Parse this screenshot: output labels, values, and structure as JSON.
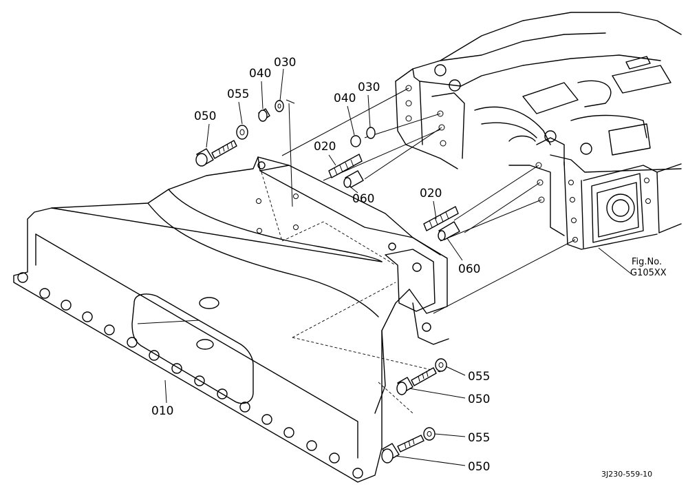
{
  "callouts": {
    "p050_top": "050",
    "p055_top": "055",
    "p040_top": "040",
    "p030_top": "030",
    "p040_mid": "040",
    "p030_mid": "030",
    "p020_mid": "020",
    "p060_mid": "060",
    "p020_right": "020",
    "p060_right": "060",
    "p010": "010",
    "p055_r1": "055",
    "p050_r1": "050",
    "p055_r2": "055",
    "p050_r2": "050"
  },
  "figure": {
    "label_line1": "Fig.No.",
    "label_line2": "G105XX"
  },
  "drawing_code": "3J230-559-10"
}
